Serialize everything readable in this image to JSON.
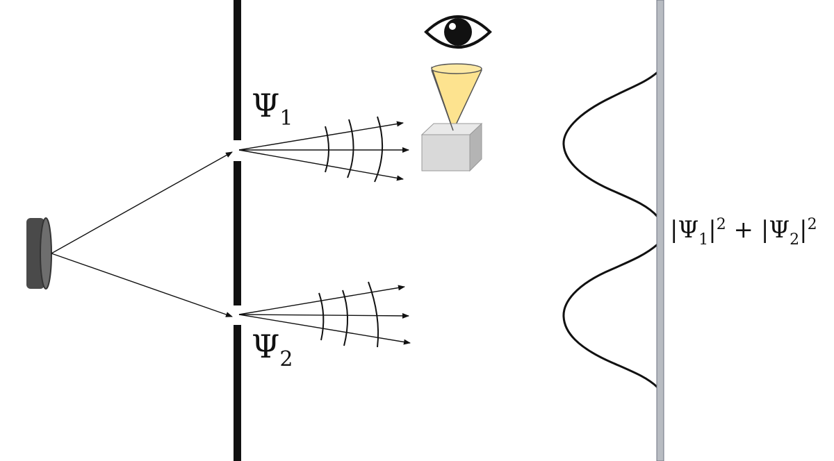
{
  "labels": {
    "slit1_symbol": "Ψ",
    "slit1_subscript": "1",
    "slit2_symbol": "Ψ",
    "slit2_subscript": "2",
    "formula": {
      "open1": "|Ψ",
      "sub1": "1",
      "close1": "|",
      "sup1": "2",
      "plus": " + ",
      "open2": "|Ψ",
      "sub2": "2",
      "close2": "|",
      "sup2": "2"
    }
  },
  "colors": {
    "barrier": "#111111",
    "screen": "#b8bcc2",
    "cone": "#fde38f",
    "detector": "#d9d9d9",
    "source": "#4a4a4a"
  }
}
